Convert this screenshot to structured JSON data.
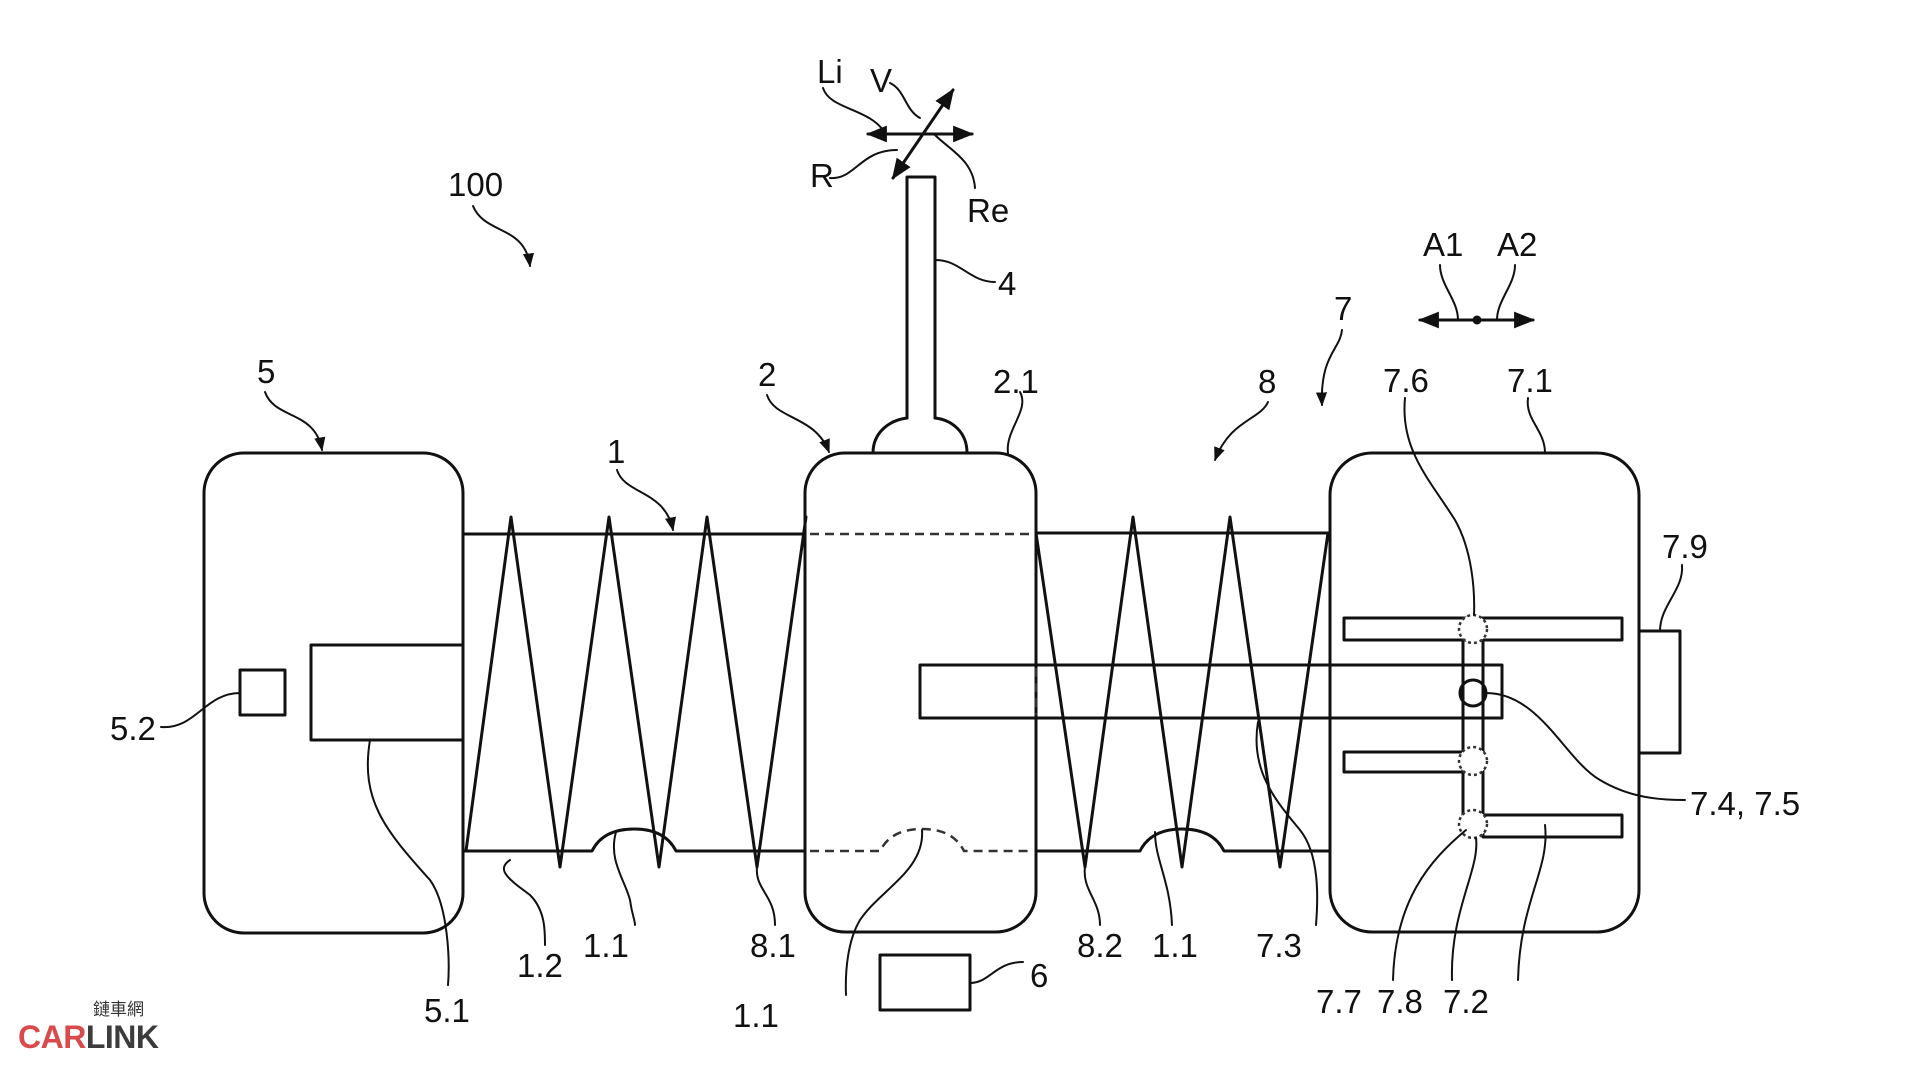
{
  "figure": {
    "title": "Shift device schematic",
    "labels": {
      "assembly": "100",
      "spring": "1",
      "spring_bump": "1.1",
      "spring_bump_hidden": "1.1",
      "spring_bump_right": "1.1",
      "spring_base": "1.2",
      "slider": "2",
      "slider_top": "2.1",
      "lever": "4",
      "left_housing": "5",
      "left_insert": "5.1",
      "left_sensor": "5.2",
      "sensor_box": "6",
      "right_unit": "7",
      "right_housing": "7.1",
      "slot": "7.2",
      "rod": "7.3",
      "pin": "7.4, 7.5",
      "detent_top": "7.6",
      "detent_low": "7.7",
      "detent_mid": "7.8",
      "actuator": "7.9",
      "spring_unit": "8",
      "spring_left_end": "8.1",
      "spring_right_end": "8.2"
    },
    "directions": {
      "left": "Li",
      "right": "Re",
      "forward": "V",
      "reverse": "R",
      "axis_1": "A1",
      "axis_2": "A2"
    }
  },
  "watermark": {
    "chinese": "鏈車網",
    "brand_part1": "CAR",
    "brand_part2": "LINK",
    "brand_color": "#d94a4d",
    "text_color": "#3c3c3c"
  }
}
